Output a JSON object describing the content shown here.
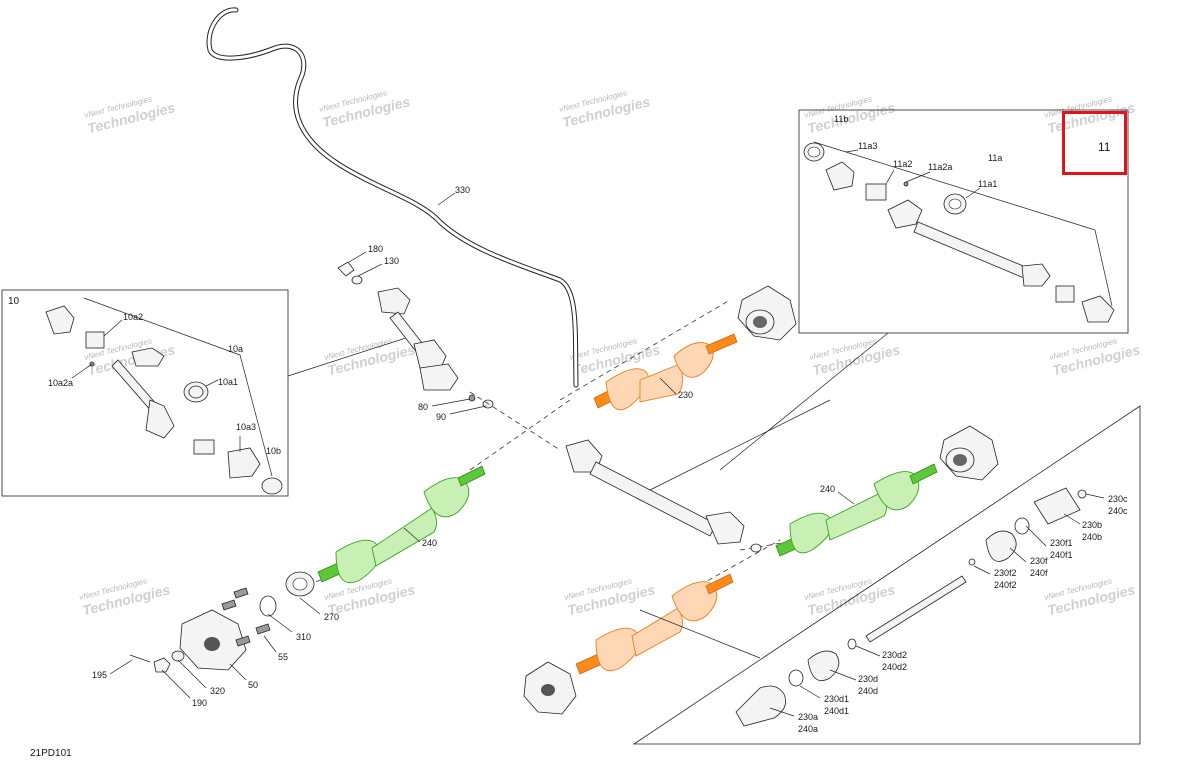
{
  "diagram": {
    "code": "21PD101",
    "highlight_color": "#e0141b",
    "green": "#5cc83a",
    "orange": "#ff8a1c",
    "watermark": {
      "line1": "vNext Technologies",
      "line2": "Technologies"
    },
    "box10": {
      "id": "10",
      "labels": {
        "a2": "10a2",
        "a": "10a",
        "a2a": "10a2a",
        "a1": "10a1",
        "a3": "10a3",
        "b": "10b"
      }
    },
    "box11": {
      "id": "11",
      "labels": {
        "b": "11b",
        "a3": "11a3",
        "a2": "11a2",
        "a2a": "11a2a",
        "a": "11a",
        "a1": "11a1"
      }
    },
    "box230": {
      "labels": {
        "c": "230c",
        "c2": "240c",
        "b": "230b",
        "b2": "240b",
        "f1": "230f1",
        "f1b": "240f1",
        "f": "230f",
        "fb": "240f",
        "f2": "230f2",
        "f2b": "240f2",
        "d2": "230d2",
        "d2b": "240d2",
        "d": "230d",
        "db": "240d",
        "d1": "230d1",
        "d1b": "240d1",
        "a": "230a",
        "ab": "240a"
      }
    },
    "callouts": {
      "p330": "330",
      "p180": "180",
      "p130": "130",
      "p80": "80",
      "p90": "90",
      "p230": "230",
      "p240_left": "240",
      "p240_right": "240",
      "p270": "270",
      "p310": "310",
      "p55": "55",
      "p50": "50",
      "p320": "320",
      "p195": "195",
      "p190": "190"
    }
  }
}
